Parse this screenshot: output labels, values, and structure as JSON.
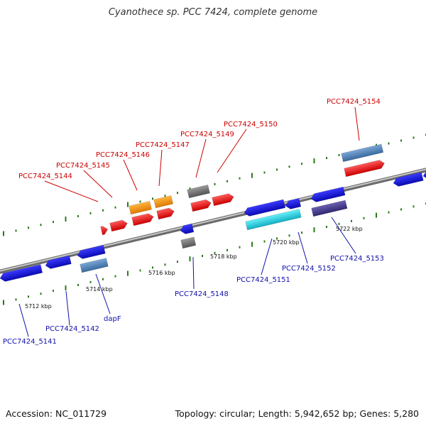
{
  "title": "Cyanothece sp. PCC 7424, complete genome",
  "footer": {
    "accession": "Accession: NC_011729",
    "topology": "Topology: circular; Length: 5,942,652 bp; Genes: 5,280"
  },
  "colors": {
    "backbone": "#8c8c8c",
    "tick": "#2a7a1a",
    "forward_label": "#cc0000",
    "reverse_label": "#1010aa",
    "cds_forward": "#ff0000",
    "cds_reverse": "#1010ee",
    "orange": "#ff9900",
    "gray": "#707070",
    "steelblue": "#4a7fb5",
    "cyan": "#22ccdd",
    "purple": "#443a8a"
  },
  "scale_labels": [
    "5712 kbp",
    "5714 kbp",
    "5716 kbp",
    "5718 kbp",
    "5720 kbp",
    "5722 kbp"
  ],
  "forward_labels": [
    "PCC7424_5144",
    "PCC7424_5145",
    "PCC7424_5146",
    "PCC7424_5147",
    "PCC7424_5149",
    "PCC7424_5150",
    "PCC7424_5154"
  ],
  "reverse_labels": [
    "PCC7424_5141",
    "PCC7424_5142",
    "dapF",
    "PCC7424_5148",
    "PCC7424_5151",
    "PCC7424_5152",
    "PCC7424_5153"
  ]
}
